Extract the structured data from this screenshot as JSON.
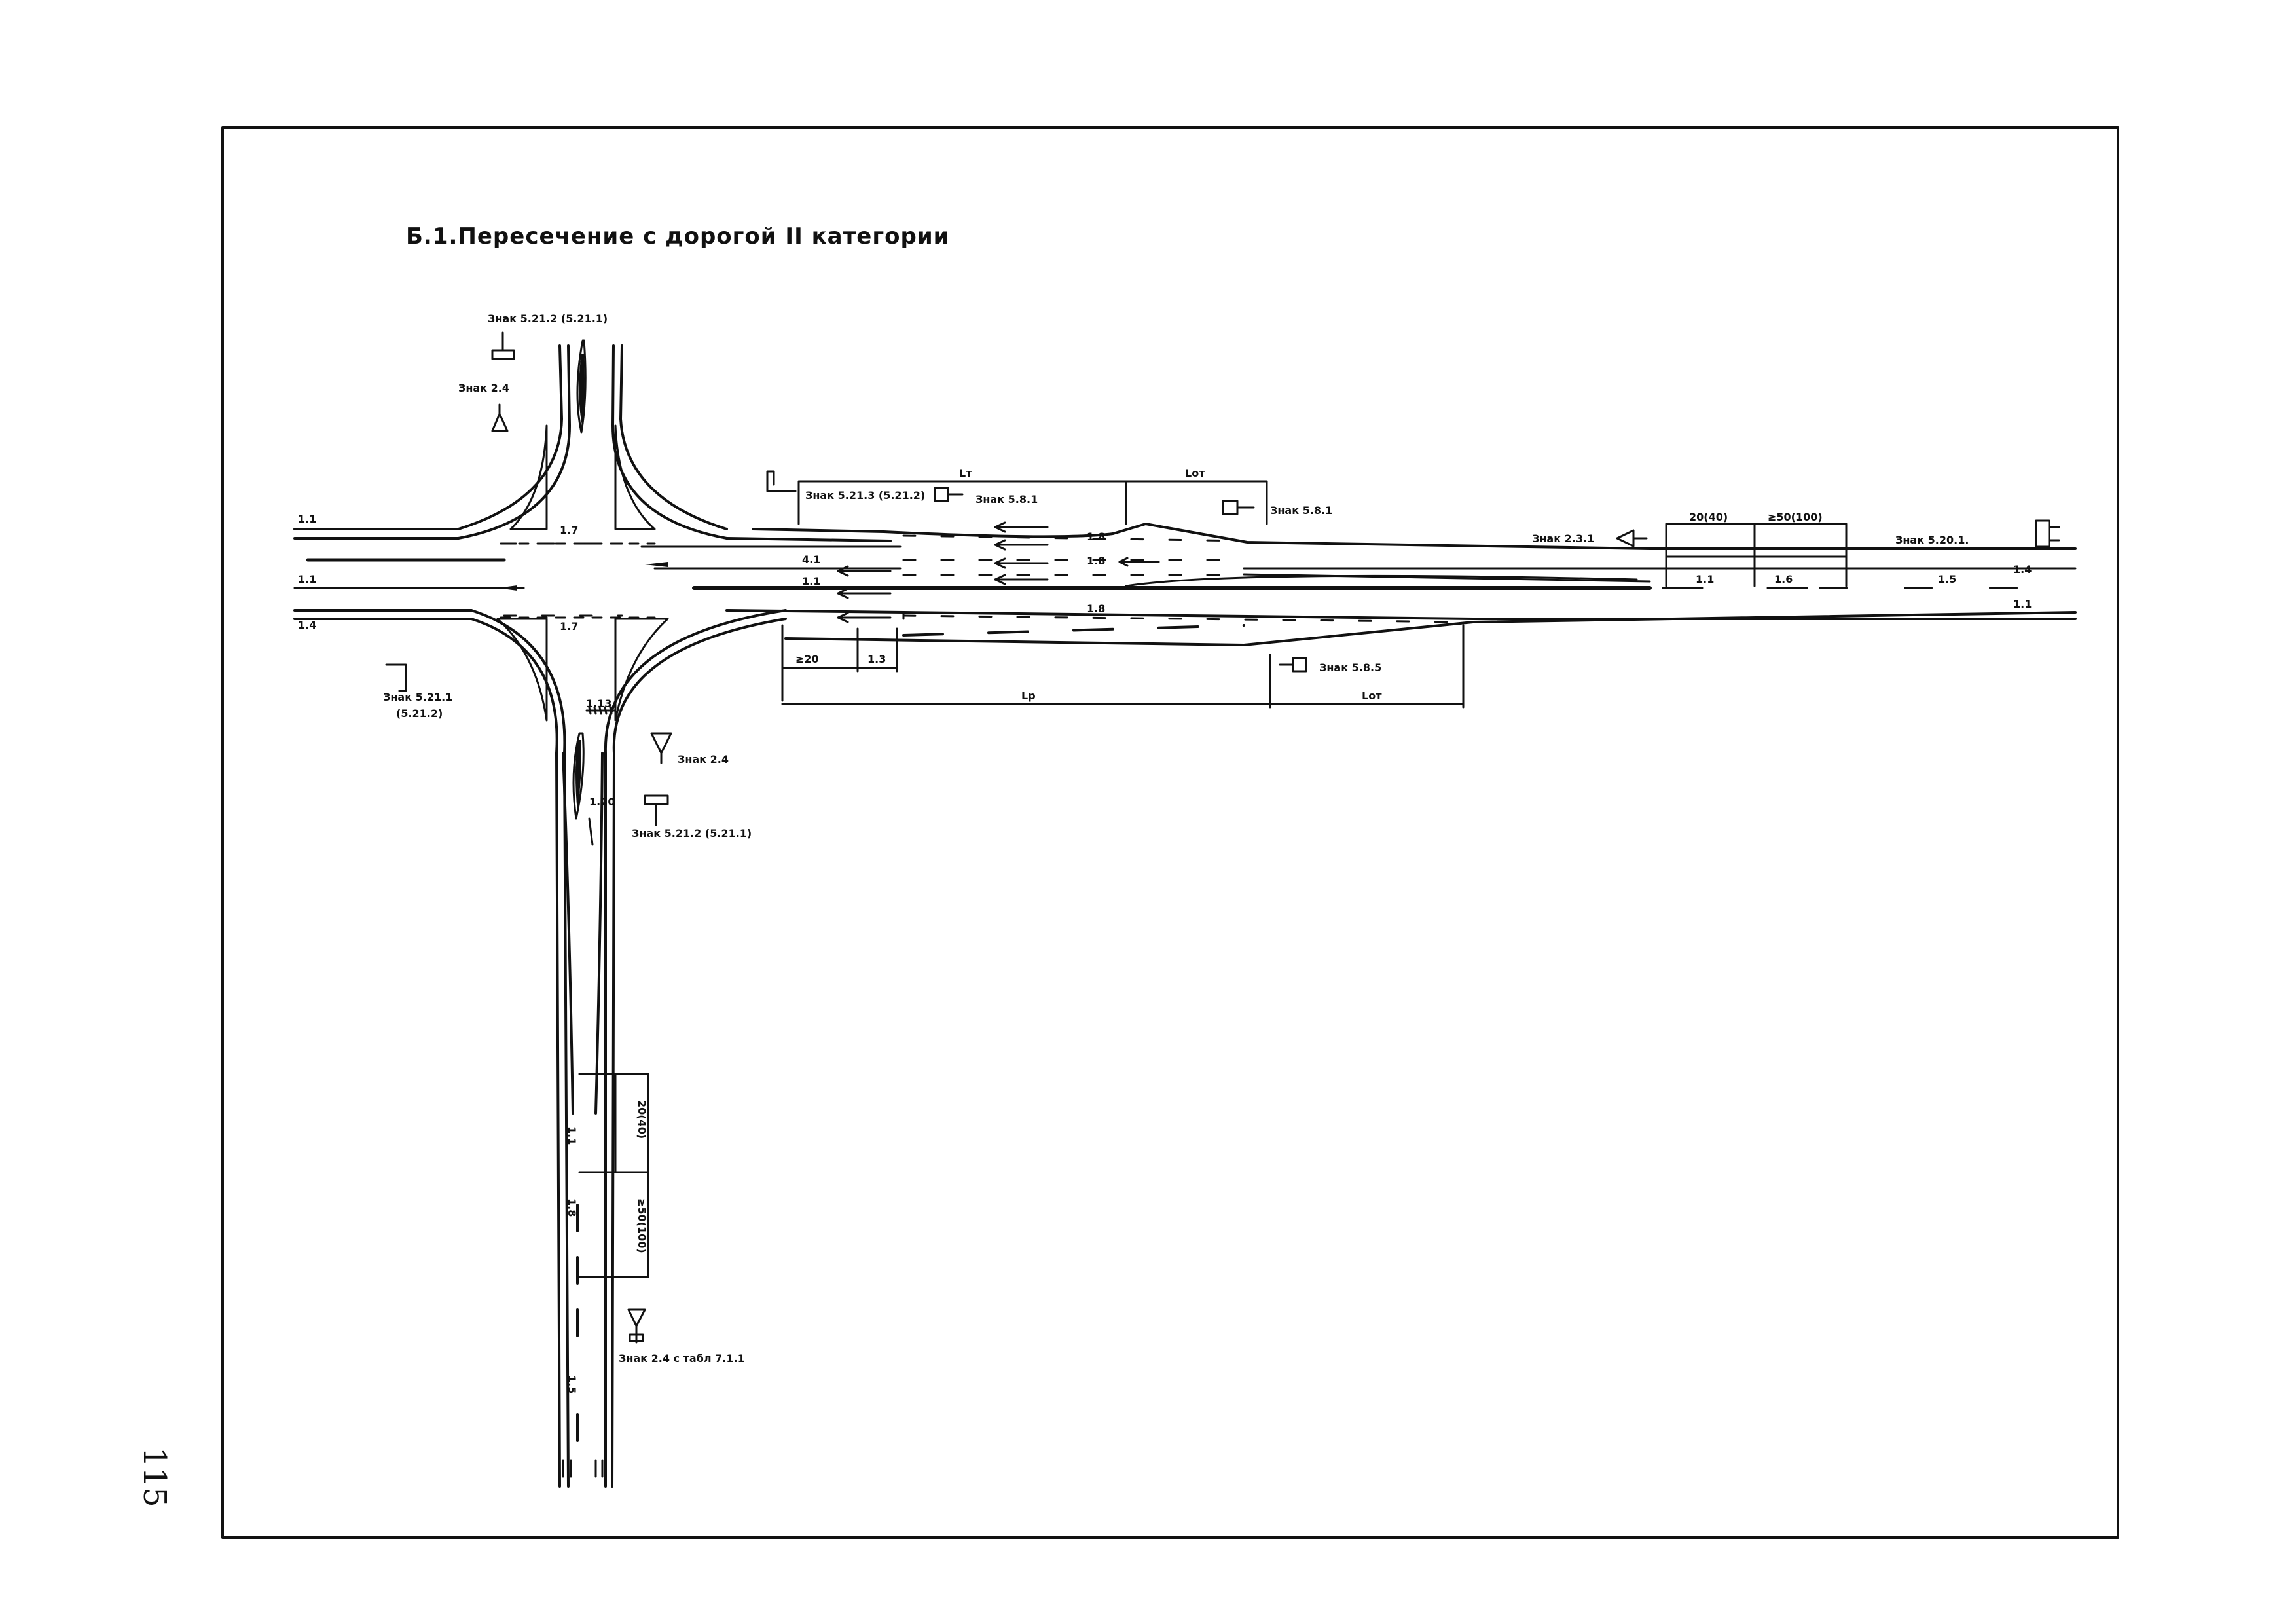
{
  "title": "Б.1.Пересечение с дорогой II категории",
  "page_number": "115",
  "colors": {
    "ink": "#111111",
    "paper": "#ffffff"
  },
  "signs": {
    "s5212_top": "Знак 5.21.2 (5.21.1)",
    "s24_top": "Знак 2.4",
    "s5213": "Знак 5.21.3 (5.21.2)",
    "s581_box": "Знак 5.8.1",
    "s581_right": "Знак 5.8.1",
    "s231": "Знак 2.3.1",
    "s5201": "Знак 5.20.1.",
    "s5211": "Знак 5.21.1",
    "s5212_paren": "(5.21.2)",
    "s585": "Знак 5.8.5",
    "s24_bottom": "Знак 2.4",
    "s5212_bottom": "Знак 5.21.2 (5.21.1)",
    "s24_tabl": "Знак 2.4 с табл 7.1.1"
  },
  "dimensions": {
    "lt": "Lт",
    "lot_top": "Lот",
    "lp": "Lр",
    "lot_bottom": "Lот",
    "d20_40_top": "20(40)",
    "d50_100_top": "≥50(100)",
    "d20": "≥20",
    "d20_40_v": "20(40)",
    "d50_100_v": "≥50(100)"
  },
  "markings": {
    "m11_a": "1.1",
    "m11_b": "1.1",
    "m14_a": "1.4",
    "m17_top": "1.7",
    "m17_bot": "1.7",
    "m11_c": "4.1",
    "m11_d": "1.1",
    "m18_a": "1.8",
    "m18_b": "1.8",
    "m18_c": "1.8",
    "m11_e": "1.1",
    "m16_a": "1.6",
    "m15_a": "1.5",
    "m14_b": "1.4",
    "m11_f": "1.1",
    "m13": "1.3",
    "m113": "1.13",
    "m120": "1.20",
    "m11_v": "1.1",
    "m18_v": "1.8",
    "m15_v": "1.5"
  }
}
